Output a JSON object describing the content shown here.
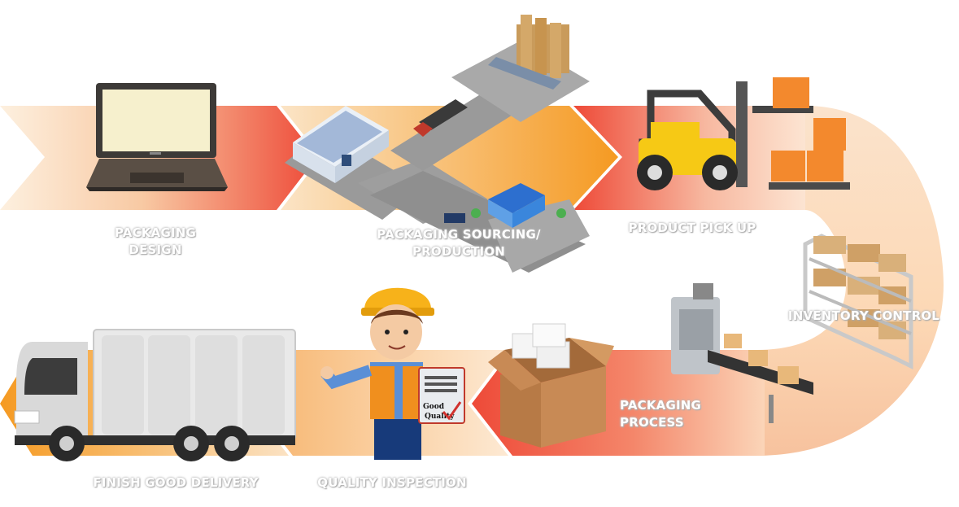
{
  "steps": [
    {
      "id": "packaging-design",
      "lines": [
        "PACKAGING",
        "DESIGN"
      ],
      "icon": "laptop-icon"
    },
    {
      "id": "packaging-sourcing",
      "lines": [
        "PACKAGING SOURCING/",
        "PRODUCTION"
      ],
      "icon": "warehouse-map-icon"
    },
    {
      "id": "product-pick-up",
      "lines": [
        "PRODUCT PICK UP"
      ],
      "icon": "forklift-icon"
    },
    {
      "id": "inventory-control",
      "lines": [
        "INVENTORY CONTROL"
      ],
      "icon": "shelving-icon"
    },
    {
      "id": "packaging-process",
      "lines": [
        "PACKAGING",
        "PROCESS"
      ],
      "icon": "packing-machine-icon"
    },
    {
      "id": "quality-inspection",
      "lines": [
        "QUALITY INSPECTION"
      ],
      "icon": "inspector-icon"
    },
    {
      "id": "finish-good-delivery",
      "lines": [
        "FINISH GOOD DELIVERY"
      ],
      "icon": "delivery-truck-icon"
    }
  ],
  "clipboard_text": [
    "Good",
    "Quality"
  ],
  "colors": {
    "arrow_orange": "#f5a02a",
    "arrow_red": "#ec4a36",
    "arrow_light": "#fbe3c7",
    "label_text": "#ffffff"
  }
}
